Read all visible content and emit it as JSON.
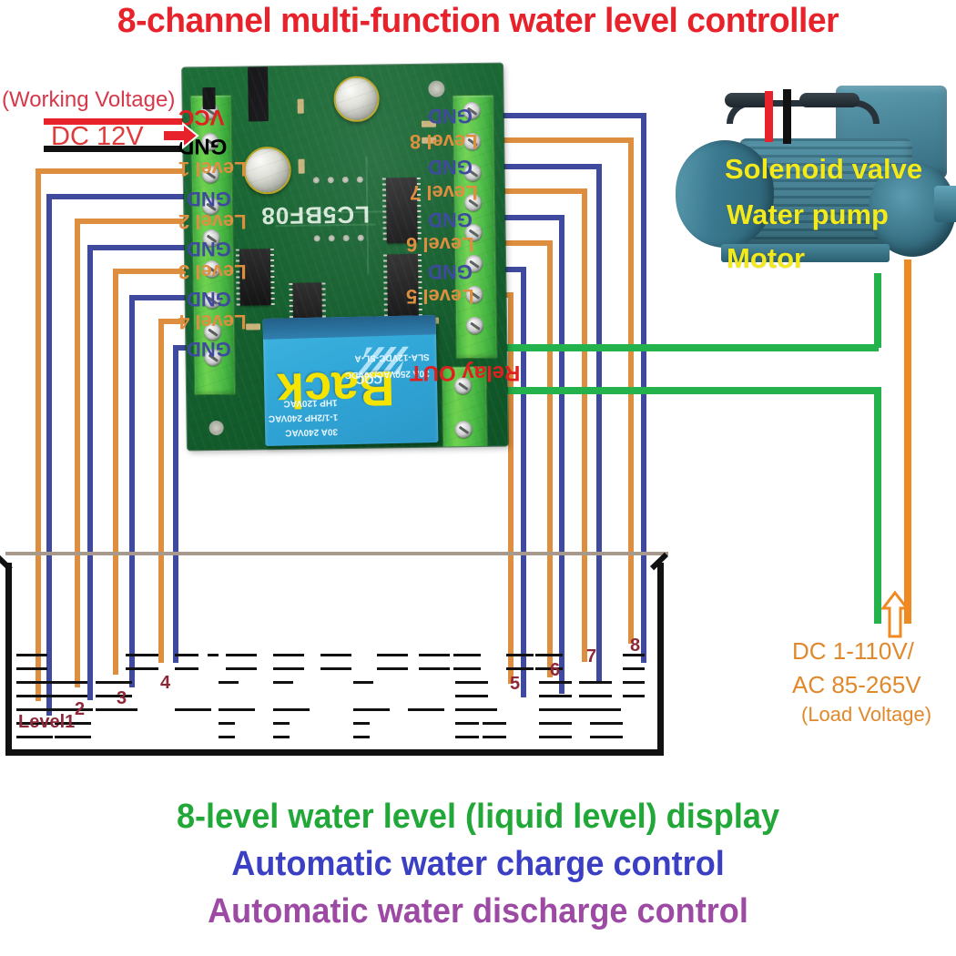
{
  "title": "8-channel multi-function water level controller",
  "colors": {
    "title_red": "#e8222a",
    "wire_orange": "#dd8f3f",
    "wire_blue": "#3f4a9e",
    "wire_green": "#24b24c",
    "wire_red": "#e8222a",
    "wire_black": "#111111",
    "label_yellow": "#f2ea1c",
    "label_level_red": "#8d2838",
    "green_text": "#22a838",
    "blue_text": "#3b3fc4",
    "purple_text": "#9c4aa3",
    "load_orange": "#e0892c",
    "pcb_green": "#11662e"
  },
  "power": {
    "working_voltage_note": "(Working Voltage)",
    "voltage": "DC 12V",
    "arrow": "right-arrow-icon",
    "vcc_wire": "red",
    "gnd_wire": "black"
  },
  "board": {
    "silkscreen": "LC5BF08",
    "left_terminals": [
      "VCC",
      "GND",
      "Level 1",
      "GND",
      "Level 2",
      "GND",
      "Level 3",
      "GND",
      "Level 4",
      "GND"
    ],
    "right_terminals": [
      "GND",
      "Level 8",
      "GND",
      "Level 7",
      "GND",
      "Level 6",
      "GND",
      "Level 5"
    ],
    "relay_out_label": "Relay OUT",
    "relay": {
      "brand": "Back",
      "model": "SLA-12VDC-SL-A",
      "rating_1": "30A 250VAC/30VDC",
      "rating_2": "1HP 120VAC",
      "rating_3": "1-1/2HP 240VAC",
      "rating_4": "30A 240VAC",
      "cert": "CQC"
    }
  },
  "pump": {
    "labels": [
      "Solenoid valve",
      "Water pump",
      "Motor"
    ]
  },
  "load": {
    "line1": "DC 1-110V/",
    "line2": "AC 85-265V",
    "line3": "(Load Voltage)",
    "arrow": "up-arrow-icon"
  },
  "tank": {
    "level_labels": [
      "Level1",
      "2",
      "3",
      "4",
      "5",
      "6",
      "7",
      "8"
    ],
    "probe_count": 8,
    "wire_pair": [
      "level-probe",
      "gnd-probe"
    ]
  },
  "features": [
    {
      "text": "8-level water level (liquid level) display",
      "color": "#22a838"
    },
    {
      "text": "Automatic water charge control",
      "color": "#3b3fc4"
    },
    {
      "text": "Automatic water discharge control",
      "color": "#9c4aa3"
    }
  ]
}
